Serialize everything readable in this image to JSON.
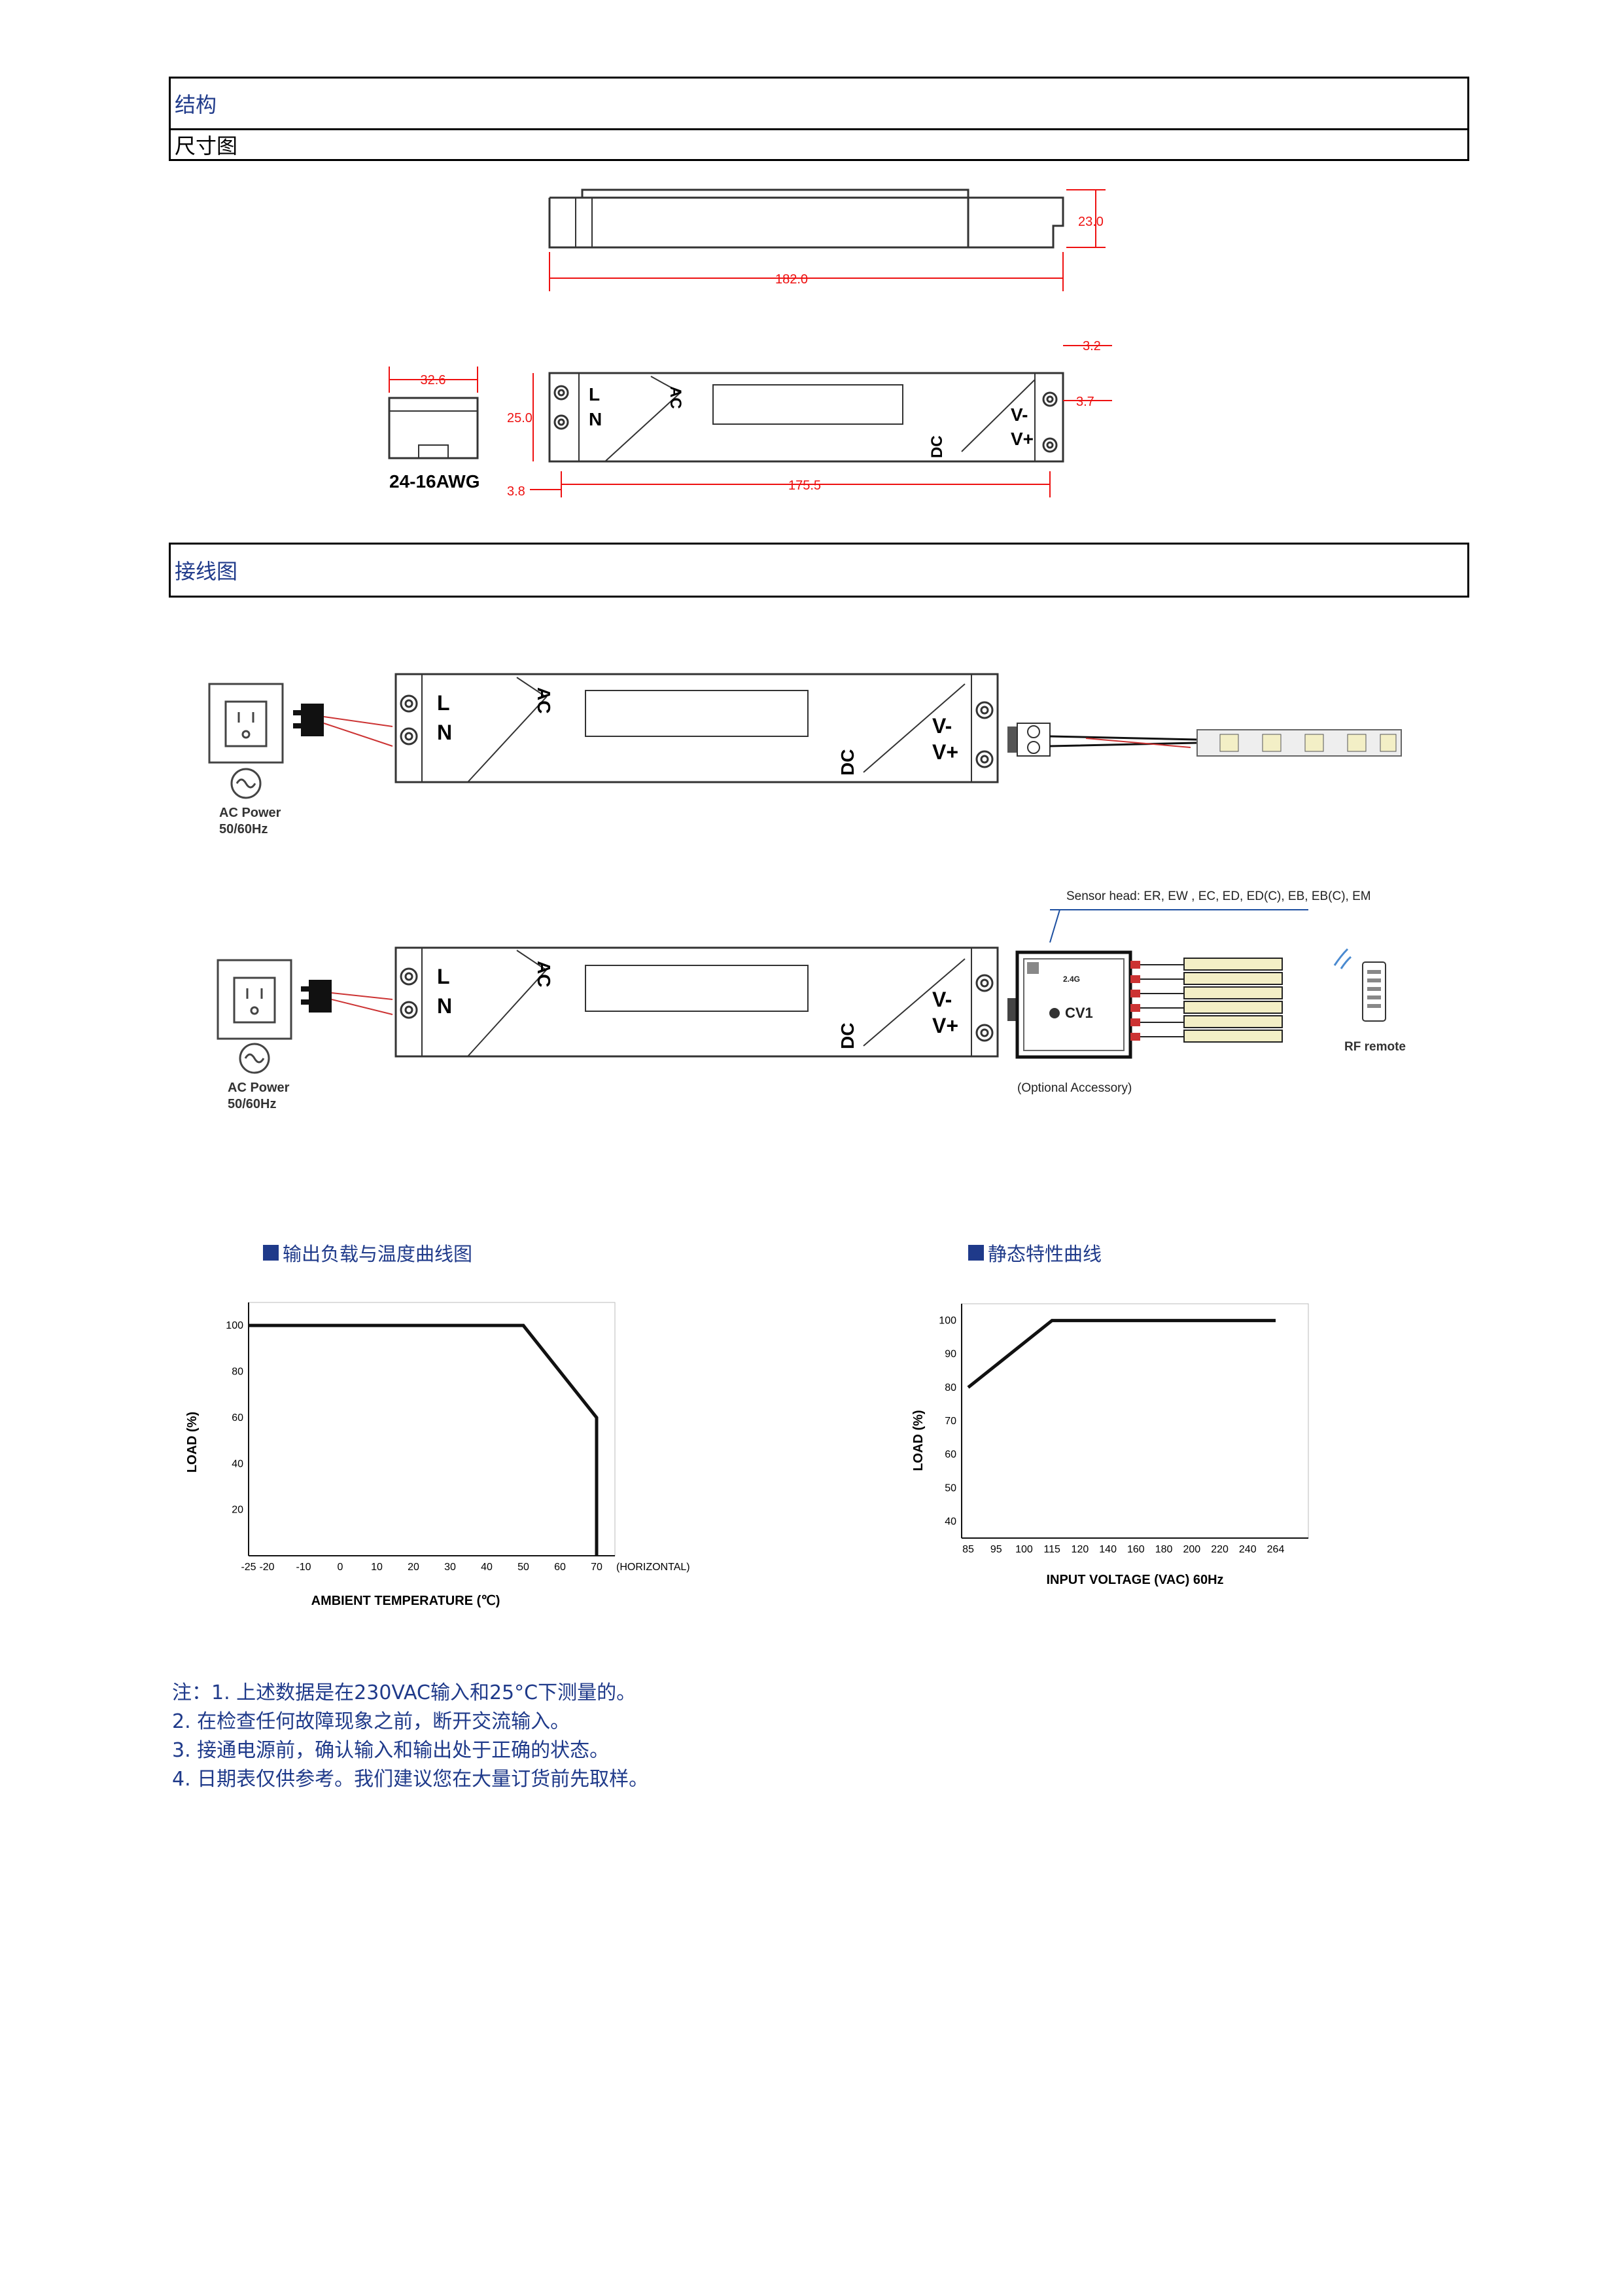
{
  "sections": {
    "structure": "结构",
    "dimensions": "尺寸图",
    "wiring": "接线图"
  },
  "dims": {
    "length": "182.0",
    "height": "23.0",
    "side_width": "32.6",
    "awg": "24-16AWG",
    "width": "25.0",
    "hole_offset": "3.8",
    "hole_pitch": "175.5",
    "tab_a": "3.2",
    "tab_b": "3.7"
  },
  "driver_labels": {
    "l": "L",
    "n": "N",
    "ac": "AC",
    "dc": "DC",
    "vminus": "V-",
    "vplus": "V+"
  },
  "wiring": {
    "ac_power": "AC Power",
    "freq": "50/60Hz",
    "sensor_head": "Sensor head: ER, EW , EC, ED, ED(C), EB, EB(C), EM",
    "cv1": "CV1",
    "rf_remote": "RF remote",
    "optional": "(Optional Accessory)",
    "freq_24": "2.4G"
  },
  "chart_titles": {
    "derating": "输出负载与温度曲线图",
    "static": "静态特性曲线"
  },
  "chart_data": [
    {
      "type": "line",
      "title": "输出负载与温度曲线图",
      "xlabel": "AMBIENT TEMPERATURE (℃)",
      "ylabel": "LOAD (%)",
      "x_ticks": [
        "-25",
        "-20",
        "-10",
        "0",
        "10",
        "20",
        "30",
        "40",
        "50",
        "60",
        "70"
      ],
      "x_tick_values": [
        -25,
        -20,
        -10,
        0,
        10,
        20,
        30,
        40,
        50,
        60,
        70
      ],
      "x_extra_label": "(HORIZONTAL)",
      "y_ticks": [
        "20",
        "40",
        "60",
        "80",
        "100"
      ],
      "y_tick_values": [
        20,
        40,
        60,
        80,
        100
      ],
      "series": [
        {
          "x": [
            -25,
            50,
            70,
            70
          ],
          "y": [
            100,
            100,
            60,
            0
          ]
        }
      ]
    },
    {
      "type": "line",
      "title": "静态特性曲线",
      "xlabel": "INPUT VOLTAGE (VAC) 60Hz",
      "ylabel": "LOAD (%)",
      "x_ticks": [
        "85",
        "95",
        "100",
        "115",
        "120",
        "140",
        "160",
        "180",
        "200",
        "220",
        "240",
        "264"
      ],
      "y_ticks": [
        "40",
        "50",
        "60",
        "70",
        "80",
        "90",
        "100"
      ],
      "y_tick_values": [
        40,
        50,
        60,
        70,
        80,
        90,
        100
      ],
      "series": [
        {
          "x": [
            "85",
            "115",
            "264"
          ],
          "y": [
            80,
            100,
            100
          ]
        }
      ]
    }
  ],
  "notes": [
    "注：1. 上述数据是在230VAC输入和25°C下测量的。",
    "2. 在检查任何故障现象之前，断开交流输入。",
    "3. 接通电源前，确认输入和输出处于正确的状态。",
    "4. 日期表仅供参考。我们建议您在大量订货前先取样。"
  ]
}
